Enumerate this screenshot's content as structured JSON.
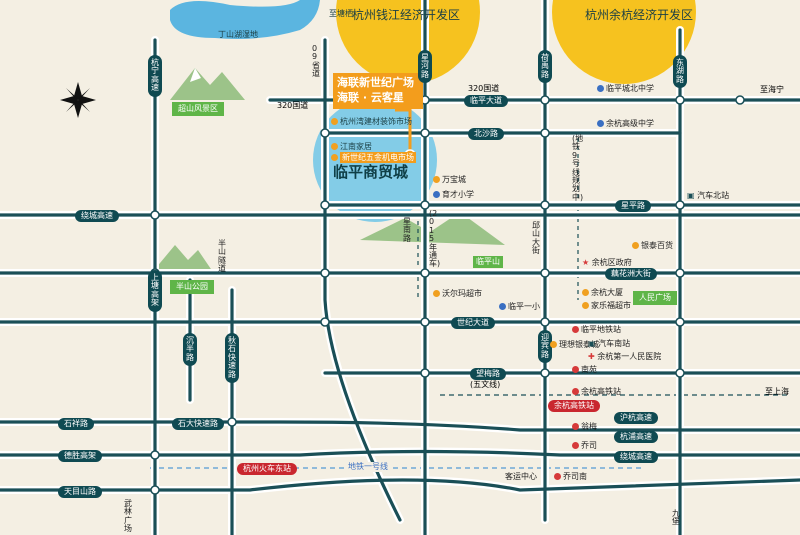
{
  "zones": {
    "qianjiang": "杭州钱江经济开发区",
    "yuhang": "杭州余杭经济开发区",
    "hub_title": "临平商贸城"
  },
  "callout": {
    "line1": "海联新世纪广场",
    "line2": "海联 · 云客星"
  },
  "projects": {
    "building_market": "杭州湾建材装饰市场",
    "jiangnan": "江南家居",
    "hardware": "新世纪五金机电市场"
  },
  "scenic": {
    "dingshan_lake": "丁山湖湿地",
    "chaoshan": "超山风景区",
    "banshan": "半山公园",
    "linping_hill": "临平山"
  },
  "roads": {
    "zhitang": "至塘栖",
    "road_09_provincial": "09省道",
    "road_320_left": "320国道",
    "road_320_right": "320国道",
    "linping_ave": "临平大道",
    "beisha": "北沙路",
    "xingping": "星平路",
    "raocheng_north": "绕城高速",
    "raocheng_south": "绕城高速",
    "weihuazhou": "藕花洲大街",
    "shiji": "世纪大道",
    "wangmei": "望梅路",
    "wuwen": "(五文线)",
    "to_haining": "至海宁",
    "to_shanghai": "至上海",
    "huyu": "沪杭高速",
    "hangpu": "杭浦高速",
    "shixiang": "石祥路",
    "shida": "石大快速路",
    "deshen": "德胜高架",
    "tianmushan": "天目山路",
    "hangning": "杭宁高速",
    "shanghu": "上塘高架",
    "banshan_tunnel": "半山隧道",
    "chenban": "沉半路",
    "qiushi": "秋石快速路",
    "xinghe": "星河路",
    "hezhou": "荷禹路",
    "donghu": "东湖路",
    "yingbin": "迎宾路",
    "qiushan": "邱山大街",
    "xingnan": "星南路",
    "yuhang_rail": "(地铁9号线规划中)",
    "linping_tunnel": "(2015年通车)",
    "wulin": "武林广场",
    "metro1": "地铁一号线",
    "jiuhuan": "九堡"
  },
  "pois": {
    "wanbao": "万宝城",
    "yuying": "育才小学",
    "walmart": "沃尔玛超市",
    "linping_first": "临平一小",
    "gov": "余杭区政府",
    "yintai": "银泰百货",
    "yuhang_mansion": "余杭大厦",
    "jiale": "家乐福超市",
    "renmin": "人民广场",
    "linping_north_school": "临平城北中学",
    "yuhang_hs": "余杭高级中学",
    "bus_north": "汽车北站",
    "linping_metro": "临平地铁站",
    "lixiang": "理想银泰城",
    "bus_south": "汽车南站",
    "hospital": "余杭第一人民医院",
    "nanyuan": "南苑",
    "yuhang_hsr_small": "余杭高铁站",
    "yuhang_hsr": "余杭高铁站",
    "wengmei": "翁梅",
    "qiaosi": "乔司",
    "qiaosi_south": "乔司南",
    "bus_center": "客运中心",
    "hz_east": "杭州火车东站"
  },
  "colors": {
    "background": "#f4efe3",
    "road": "#1a4f57",
    "road_casing": "#ffffff",
    "zone_yellow": "#f6c21f",
    "hub_blue": "#6fc6e8",
    "lake": "#5bb5e0",
    "callout_orange": "#f39d1c",
    "rail_red": "#c9272f",
    "park_green": "#5fb548"
  },
  "icons": {
    "compass": "compass-rose-icon",
    "mountain": "mountain-icon",
    "metro": "metro-station-icon",
    "school": "school-pin-icon",
    "poi": "poi-dot-icon"
  }
}
